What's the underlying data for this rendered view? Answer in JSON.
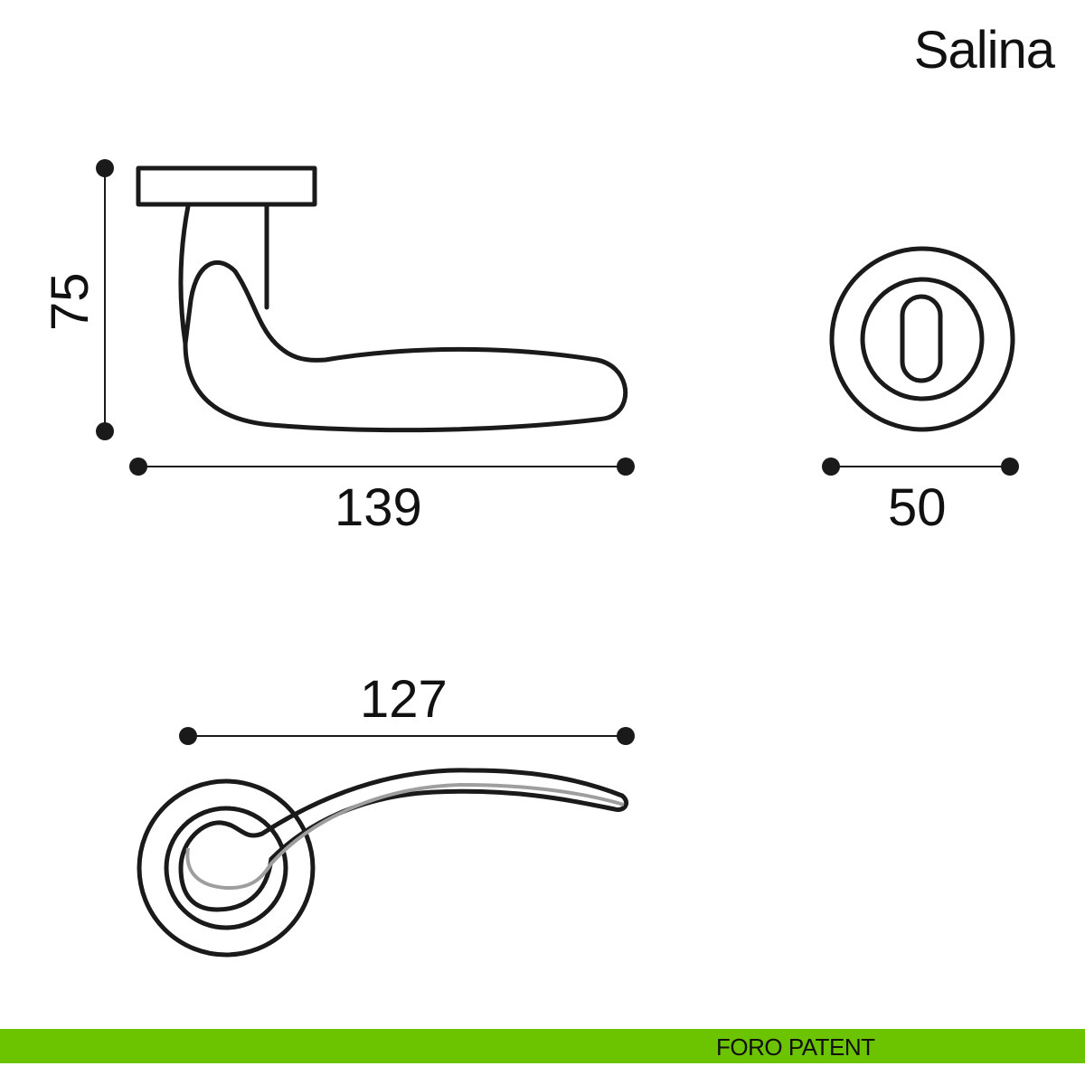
{
  "title": "Salina",
  "dimensions": {
    "height": "75",
    "length": "139",
    "rose_diameter": "50",
    "top_length": "127"
  },
  "footer": {
    "label": "FORO PATENT",
    "color": "#6cc400"
  }
}
